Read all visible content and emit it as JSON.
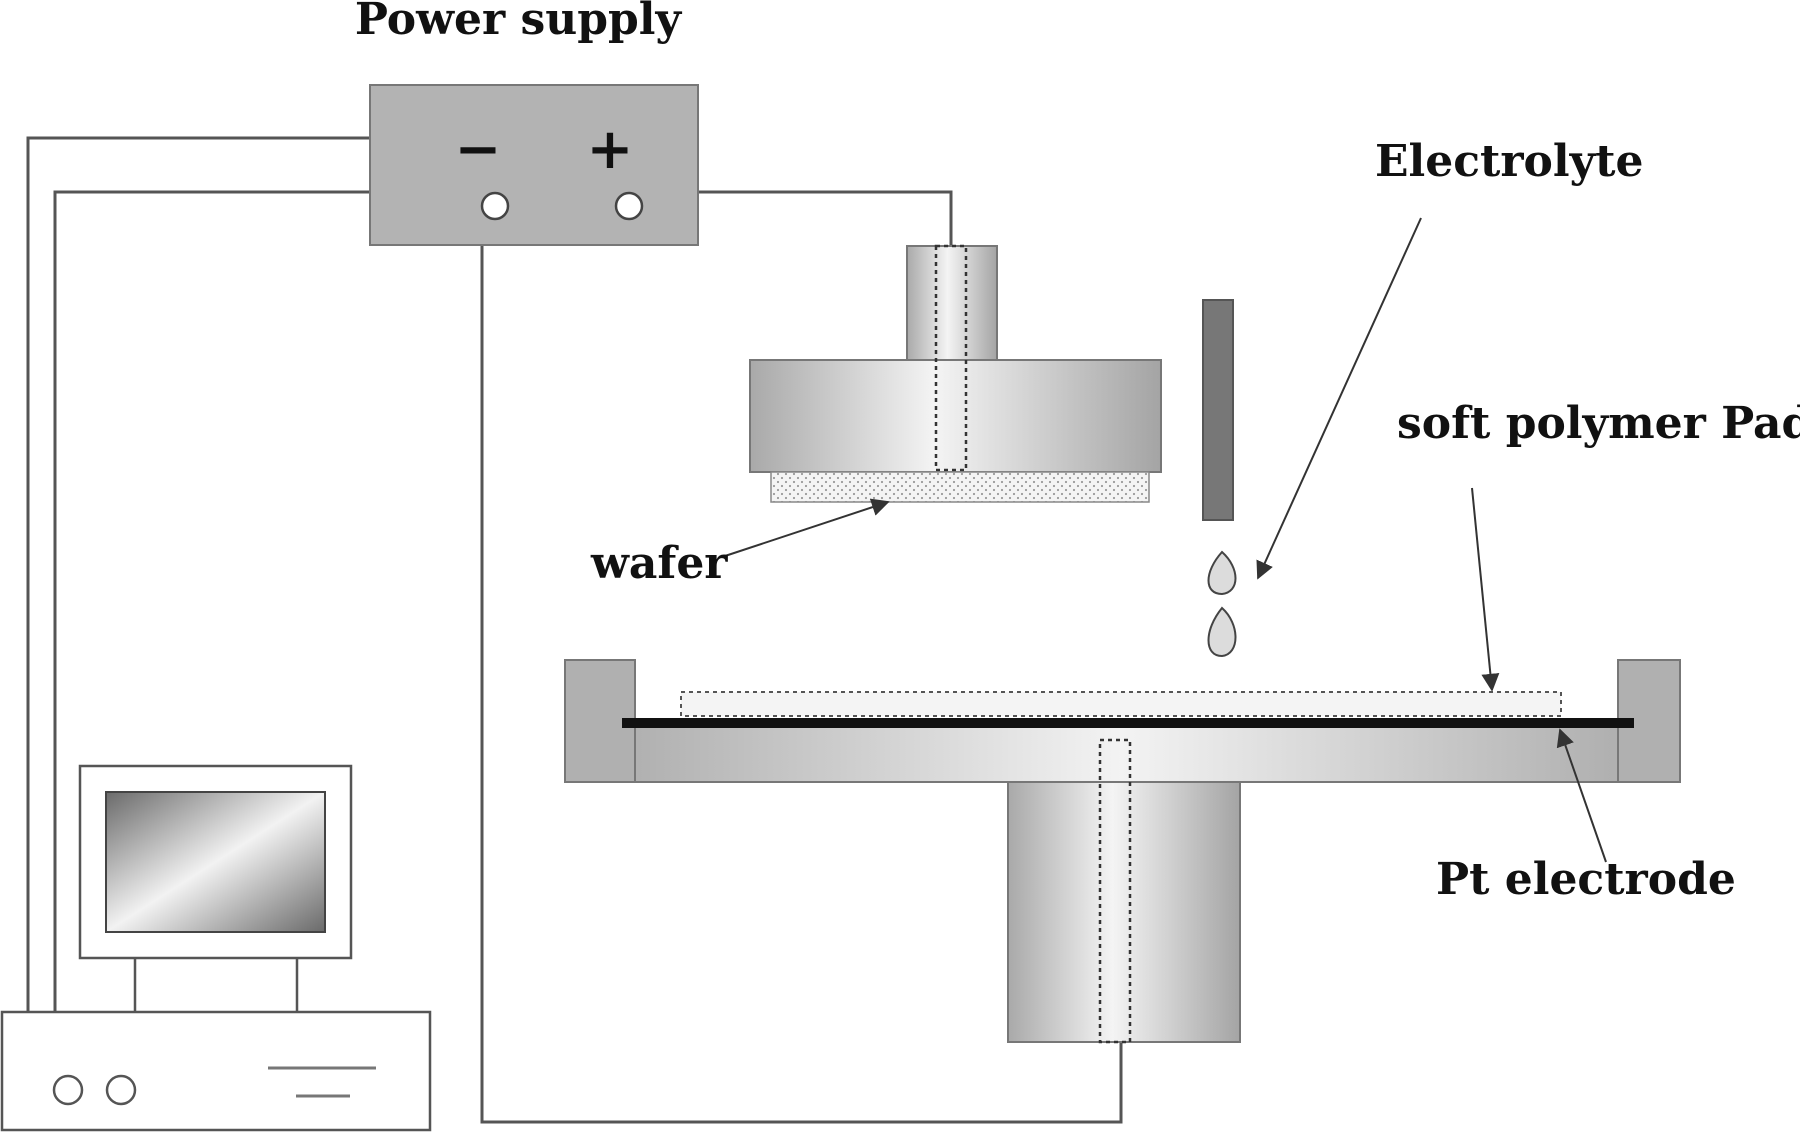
{
  "labels": {
    "power_supply": "Power supply",
    "minus": "−",
    "plus": "+",
    "electrolyte": "Electrolyte",
    "soft_polymer_pad": "soft polymer Pad",
    "wafer": "wafer",
    "pt_electrode": "Pt electrode"
  },
  "colors": {
    "metal_light": "#f2f2f2",
    "metal_dark": "#a8a8a8",
    "power_box": "#b3b3b3",
    "side_wall": "#b0b0b0",
    "nozzle": "#777777",
    "electrode": "#111111",
    "wire": "#555555"
  }
}
